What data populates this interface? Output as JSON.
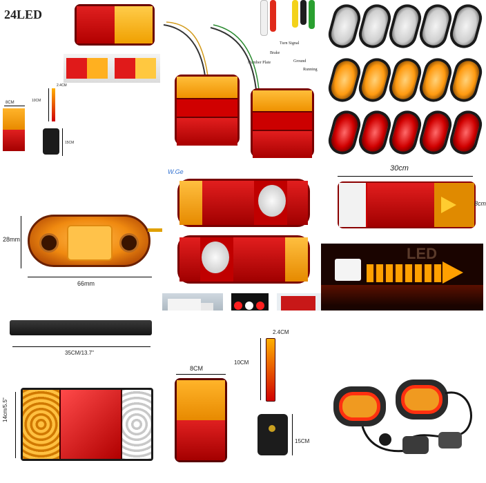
{
  "collage": {
    "headline": "24LED",
    "watermark": "W.Ge",
    "wire_labels": {
      "turn_signal": "Turn Signal",
      "brake": "Brake",
      "number_plate": "Number Plate",
      "ground": "Ground",
      "running": "Running"
    },
    "dims": {
      "small_width": "8CM",
      "small_height": "10CM",
      "small_depth": "2.4CM",
      "small_bracket": "15CM",
      "marker_height": "28mm",
      "marker_width": "66mm",
      "bar_length_top": "30cm",
      "bar_height": "8cm",
      "bar_length_bottom": "35CM/13.7\"",
      "combo_height": "14cm/5.5\"",
      "large_width": "8CM",
      "large_depth": "2.4CM",
      "large_height": "10CM",
      "large_bracket": "15CM"
    },
    "banner_text": "LED",
    "colors": {
      "amber": "#f29a00",
      "red": "#d40000",
      "white": "#f2f2f2",
      "black": "#1a1a1a"
    }
  }
}
